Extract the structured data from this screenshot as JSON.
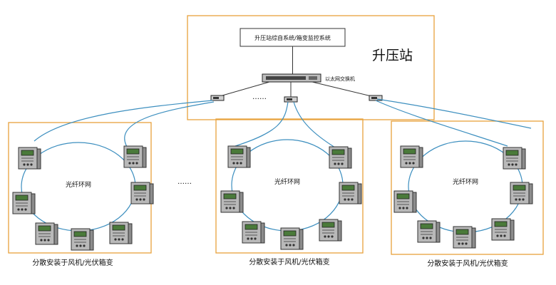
{
  "substation": {
    "title": "升压站",
    "system_box_label": "升压站综自系统/箱变监控系统",
    "switch_label": "以太网交换机"
  },
  "ellipsis": "……",
  "ring_networks": [
    {
      "ring_label": "光纤环网",
      "caption": "分散安装于风机/光伏箱变"
    },
    {
      "ring_label": "光纤环网",
      "caption": "分散安装于风机/光伏箱变"
    },
    {
      "ring_label": "光纤环网",
      "caption": "分散安装于风机/光伏箱变"
    }
  ],
  "colors": {
    "ring_frame": "#e8a23c",
    "fiber_link": "#3d8fbf",
    "network_cable": "#333333",
    "substation_frame": "#e8a23c"
  }
}
